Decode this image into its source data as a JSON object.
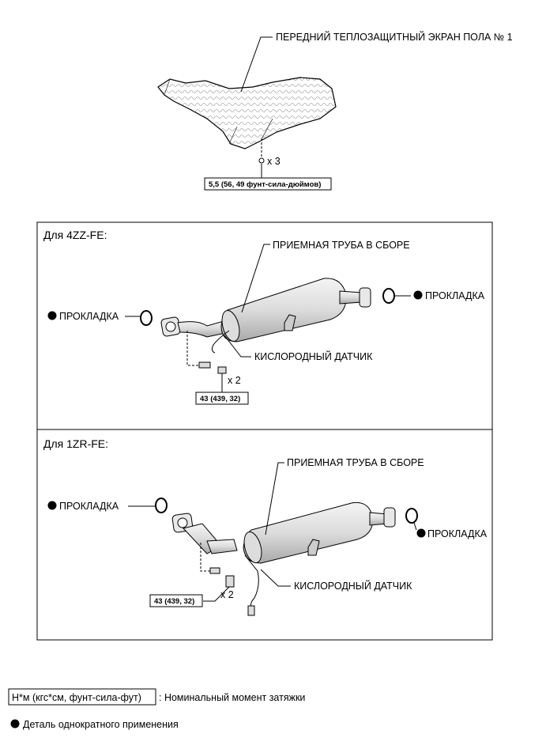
{
  "top": {
    "shield_label": "ПЕРЕДНИЙ ТЕПЛОЗАЩИТНЫЙ ЭКРАН ПОЛА № 1",
    "qty": "x 3",
    "torque": "5,5 (56, 49 фунт-сила-дюймов)"
  },
  "panel_4zz": {
    "title": "Для 4ZZ-FE:",
    "pipe_label": "ПРИЕМНАЯ ТРУБА В СБОРЕ",
    "gasket_left": "ПРОКЛАДКА",
    "gasket_right": "ПРОКЛАДКА",
    "sensor_label": "КИСЛОРОДНЫЙ ДАТЧИК",
    "qty": "x 2",
    "torque": "43 (439, 32)"
  },
  "panel_1zr": {
    "title": "Для 1ZR-FE:",
    "pipe_label": "ПРИЕМНАЯ ТРУБА В СБОРЕ",
    "gasket_left": "ПРОКЛАДКА",
    "gasket_right": "ПРОКЛАДКА",
    "sensor_label": "КИСЛОРОДНЫЙ ДАТЧИК",
    "qty": "x 2",
    "torque": "43 (439, 32)"
  },
  "legend": {
    "torque_units": "Н*м (кгс*см, фунт-сила-фут)",
    "torque_desc": ": Номинальный момент затяжки",
    "nonreuse_desc": "Деталь однократного применения"
  }
}
